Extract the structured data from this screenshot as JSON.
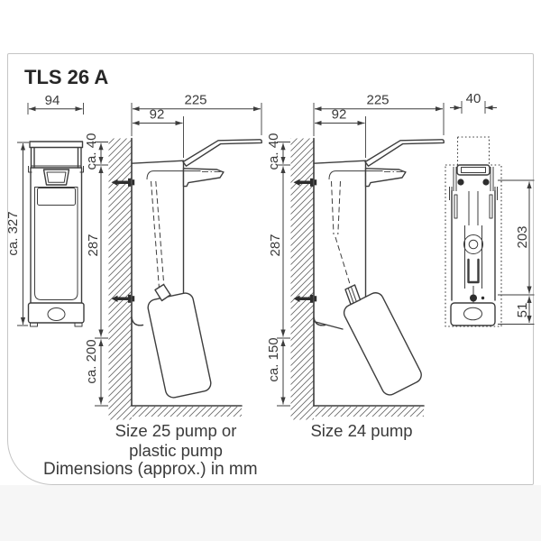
{
  "title": "TLS 26 A",
  "footer_note": "Dimensions (approx.) in mm",
  "front_view": {
    "width_mm": "94",
    "height_mm": "ca. 327"
  },
  "side_view_25": {
    "total_depth_mm": "225",
    "body_depth_mm": "92",
    "top_clearance_mm": "ca. 40",
    "body_height_mm": "287",
    "bottom_clearance_mm": "ca. 200",
    "caption_line1": "Size 25 pump or",
    "caption_line2": "plastic pump"
  },
  "side_view_24": {
    "total_depth_mm": "225",
    "body_depth_mm": "92",
    "top_clearance_mm": "ca. 40",
    "body_height_mm": "287",
    "bottom_clearance_mm": "ca. 150",
    "caption": "Size 24 pump"
  },
  "rear_view": {
    "width_mm": "40",
    "height_mm": "203",
    "bottom_offset_mm": "51"
  },
  "colors": {
    "line": "#3d3d3d",
    "text": "#3a3a3a",
    "card_border": "#c5c5c5",
    "card_background": "#ffffff",
    "page_background": "#f6f6f6"
  }
}
